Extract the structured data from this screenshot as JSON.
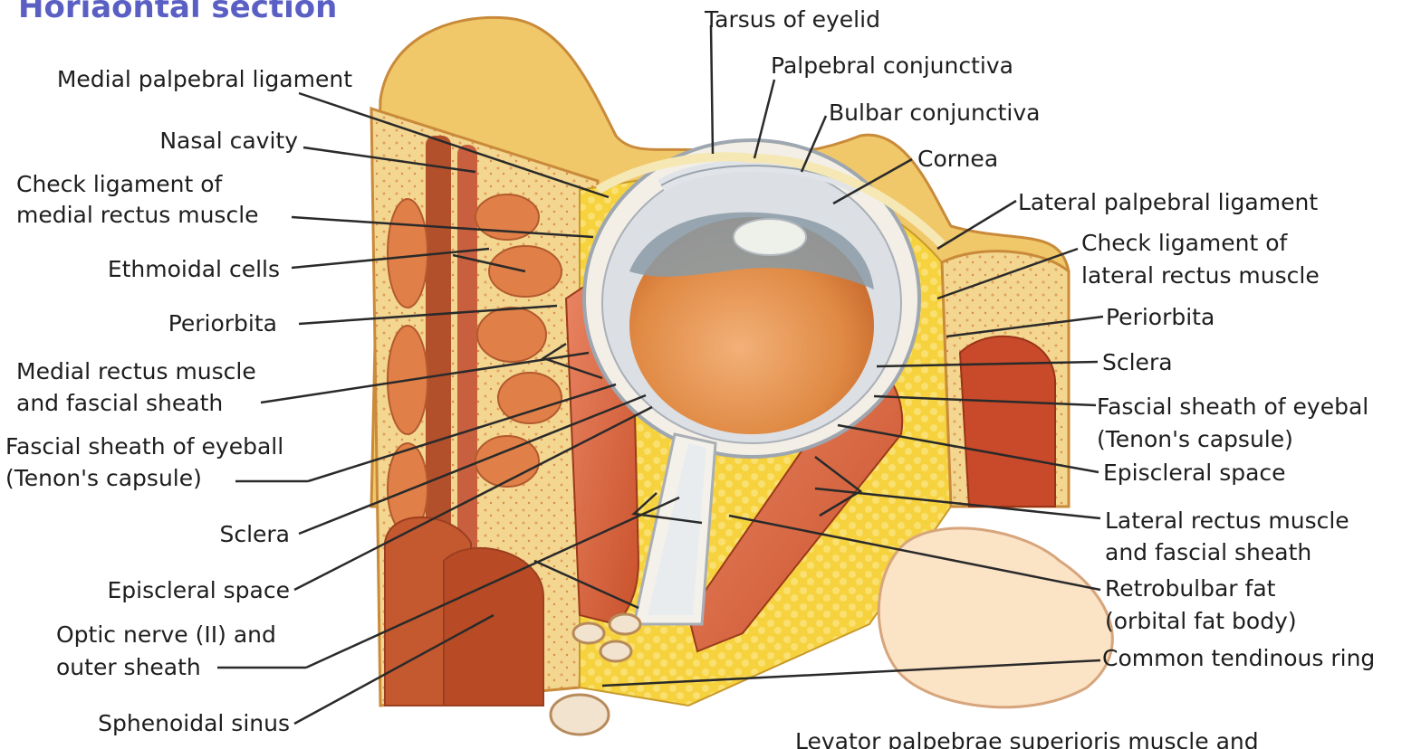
{
  "title": "Horiaontal section",
  "labels": {
    "medial_palpebral_ligament": "Medial palpebral ligament",
    "nasal_cavity": "Nasal cavity",
    "check_lig_medial_1": "Check ligament of",
    "check_lig_medial_2": "medial rectus muscle",
    "ethmoidal_cells": "Ethmoidal cells",
    "periorbita_left": "Periorbita",
    "medial_rectus_1": "Medial rectus muscle",
    "medial_rectus_2": "and fascial sheath",
    "fascial_sheath_left_1": "Fascial sheath of eyeball",
    "fascial_sheath_left_2": "(Tenon's capsule)",
    "sclera_left": "Sclera",
    "episcleral_left": "Episcleral space",
    "optic_nerve_1": "Optic nerve (II) and",
    "optic_nerve_2": "outer sheath",
    "sphenoidal_sinus": "Sphenoidal sinus",
    "tarsus": "Tarsus of eyelid",
    "palpebral_conj": "Palpebral conjunctiva",
    "bulbar_conj": "Bulbar conjunctiva",
    "cornea": "Cornea",
    "lateral_palpebral": "Lateral palpebral ligament",
    "check_lig_lateral_1": "Check ligament of",
    "check_lig_lateral_2": "lateral rectus muscle",
    "periorbita_right": "Periorbita",
    "sclera_right": "Sclera",
    "fascial_sheath_right_1": "Fascial sheath of eyebal",
    "fascial_sheath_right_2": "(Tenon's capsule)",
    "episcleral_right": "Episcleral space",
    "lateral_rectus_1": "Lateral rectus muscle",
    "lateral_rectus_2": "and fascial sheath",
    "retrobulbar_1": "Retrobulbar fat",
    "retrobulbar_2": "(orbital fat body)",
    "common_ring": "Common tendinous ring",
    "levator": "Levator palpebrae superioris muscle and"
  },
  "colors": {
    "title": "#5a5fc4",
    "fat": "#f7d54a",
    "bone": "#f3d78f",
    "muscle": "#d9643a",
    "lens_orange": "#e8914a",
    "sclera": "#f5f2ea",
    "leader": "#2a2a2a"
  }
}
